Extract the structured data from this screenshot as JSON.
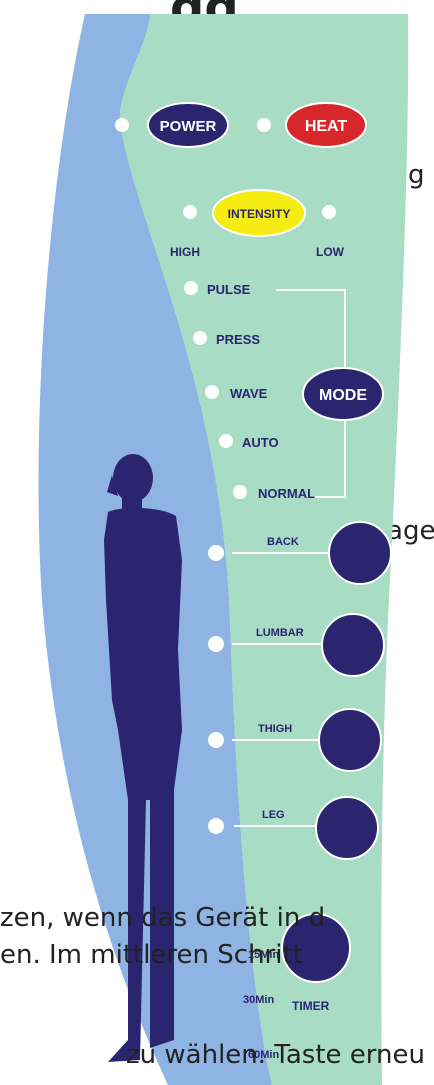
{
  "background_text": {
    "top_heading_fragment": "gg",
    "line_g": "g",
    "line_massage": "assage",
    "line_1": "zen, wenn das Gerät in d",
    "line_2": "en. Im mittleren Schritt",
    "line_3": "zu wählen. Taste erneu"
  },
  "remote": {
    "power": {
      "label": "POWER",
      "color": "#2b2570"
    },
    "heat": {
      "label": "HEAT",
      "color": "#d8272b"
    },
    "intensity": {
      "label": "INTENSITY",
      "color": "#f5ec14",
      "high": "HIGH",
      "low": "LOW"
    },
    "modes": [
      "PULSE",
      "PRESS",
      "WAVE",
      "AUTO",
      "NORMAL"
    ],
    "mode_button": "MODE",
    "zones": [
      "BACK",
      "LUMBAR",
      "THIGH",
      "LEG"
    ],
    "timer": {
      "label": "TIMER",
      "options": [
        "15Min",
        "30Min",
        "60Min"
      ]
    }
  },
  "colors": {
    "panel_left": "#8fb4e3",
    "panel_right": "#a8dcc4",
    "button_navy": "#2b2570",
    "led": "#ffffff",
    "silhouette": "#2b2570"
  }
}
